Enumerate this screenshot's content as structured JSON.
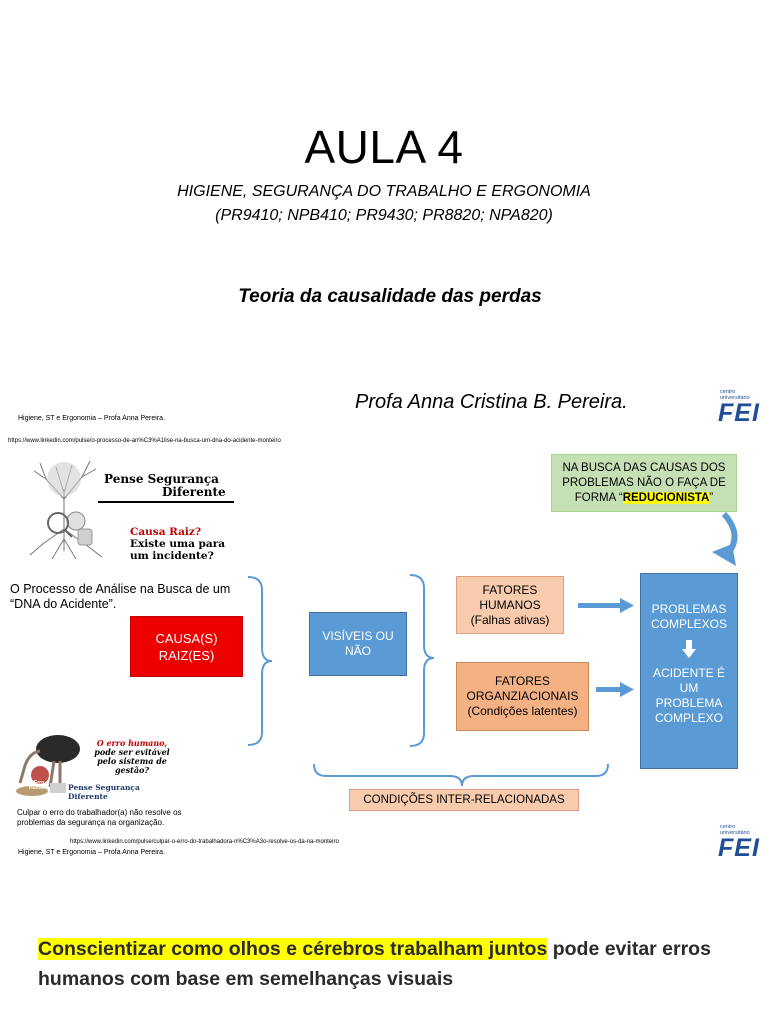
{
  "slide1": {
    "title": "AULA 4",
    "subtitle_line1": "HIGIENE, SEGURANÇA DO TRABALHO E ERGONOMIA",
    "subtitle_line2": "(PR9410; NPB410; PR9430; PR8820; NPA820)",
    "theme": "Teoria da causalidade das perdas",
    "professor": "Profa Anna Cristina B. Pereira.",
    "footer": "Higiene, ST e Ergonomia – Profa Anna Pereira.",
    "logo": {
      "label_line1": "centro",
      "label_line2": "universitário",
      "word": "FEI"
    }
  },
  "slide2": {
    "url_top": "https://www.linkedin.com/pulse/o-processo-de-an%C3%A1lise-na-busca-um-dna-do-acidente-monteiro",
    "image1": {
      "line1": "Pense Segurança",
      "line2": "Diferente",
      "q_red": "Causa Raiz?",
      "q_rest": " Existe uma para um incidente?"
    },
    "process_text": "O Processo de Análise na Busca de um “DNA do Acidente”.",
    "causa_box": "CAUSA(S) RAIZ(ES)",
    "visiveis_box": "VISÍVEIS OU NÃO",
    "fatores_humanos": {
      "line1": "FATORES",
      "line2": "HUMANOS",
      "line3": "(Falhas ativas)"
    },
    "fatores_org": {
      "line1": "FATORES",
      "line2": "ORGANZIACIONAIS",
      "line3": "(Condições latentes)"
    },
    "busca_box": {
      "line1": "NA BUSCA DAS CAUSAS DOS",
      "line2": "PROBLEMAS NÃO O FAÇA DE",
      "line3_pre": "FORMA “",
      "highlight": "REDUCIONISTA",
      "line3_post": "”"
    },
    "problemas_box": {
      "top": "PROBLEMAS COMPLEXOS",
      "bottom": "ACIDENTE É UM PROBLEMA COMPLEXO"
    },
    "condicoes": "CONDIÇÕES INTER-RELACIONADAS",
    "image2": {
      "line1": "O erro humano,",
      "line2": "pode ser evitável pelo sistema de gestão?",
      "footer_text": "Pense Segurança Diferente",
      "stamp": "Erro Humano"
    },
    "culpar_text": "Culpar o erro do trabalhador(a) não resolve os problemas da segurança na organização.",
    "url_bottom": "https://www.linkedin.com/pulse/culpar-o-erro-do-trabalhadora-n%C3%A3o-resolve-os-da-na-monteiro",
    "footer": "Higiene, ST e Ergonomia – Profa Anna Pereira."
  },
  "bottom_text": {
    "highlight": "Conscientizar como olhos e cérebros trabalham juntos",
    "rest": " pode evitar erros humanos com base em semelhanças visuais"
  },
  "colors": {
    "red_box": "#ee0000",
    "blue_box": "#5b9bd5",
    "peach": "#f8cbad",
    "orange": "#f4b183",
    "green": "#c5e0b4",
    "highlight": "#ffff00",
    "fei_blue": "#1f4e96"
  }
}
